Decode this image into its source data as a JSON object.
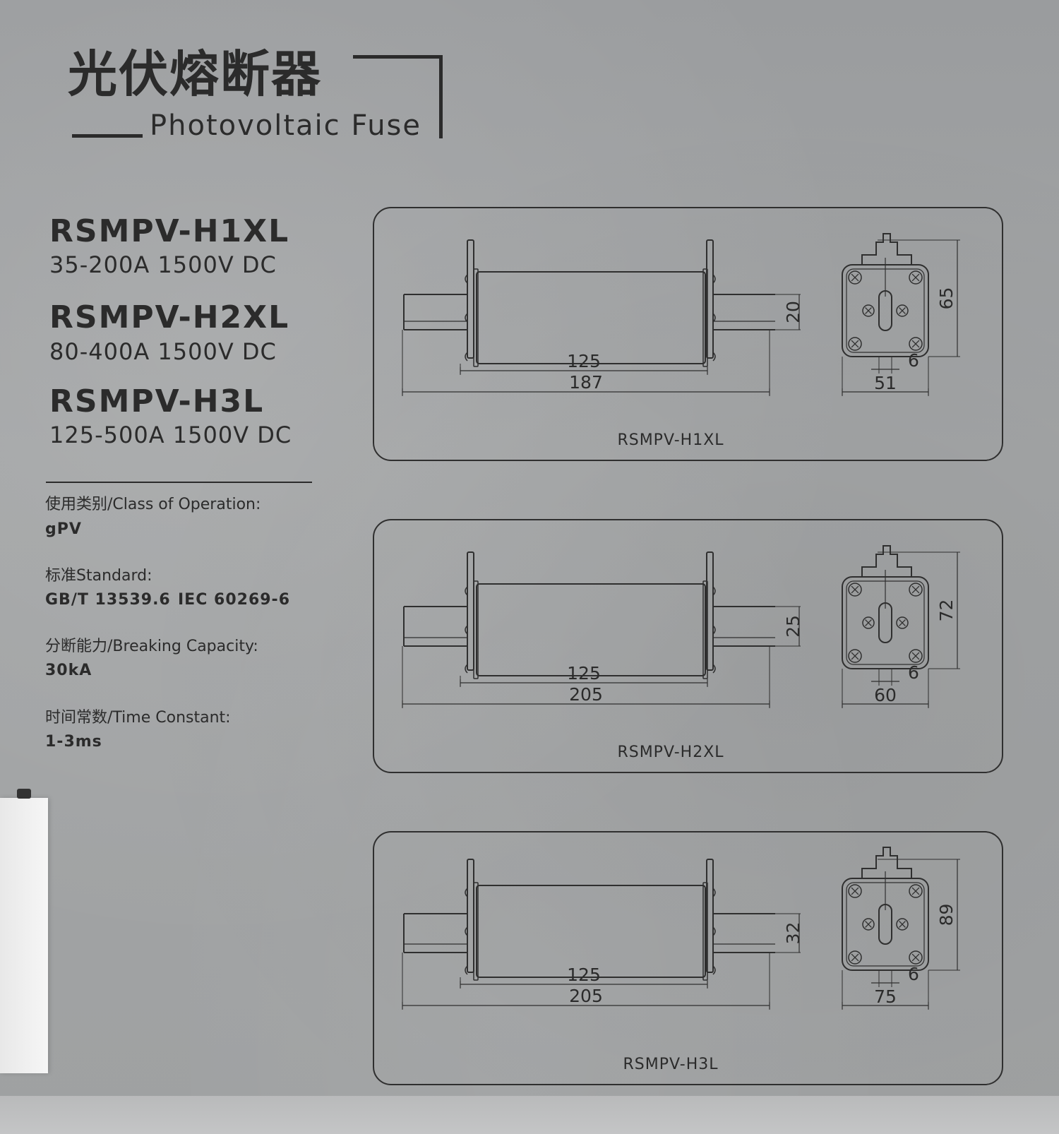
{
  "header": {
    "title_cn": "光伏熔断器",
    "title_en": "Photovoltaic Fuse"
  },
  "models": [
    {
      "name": "RSMPV-H1XL",
      "rating": "35-200A 1500V DC"
    },
    {
      "name": "RSMPV-H2XL",
      "rating": "80-400A 1500V DC"
    },
    {
      "name": "RSMPV-H3L",
      "rating": "125-500A 1500V DC"
    }
  ],
  "specs": {
    "class_label": "使用类别/Class of Operation:",
    "class_value": "gPV",
    "standard_label": "标准Standard:",
    "standard_value_1": "GB/T 13539.6",
    "standard_value_2": "IEC 60269-6",
    "breaking_label": "分断能力/Breaking Capacity:",
    "breaking_value": "30kA",
    "time_label": "时间常数/Time Constant:",
    "time_value": "1-3ms"
  },
  "drawings": [
    {
      "label": "RSMPV-H1XL",
      "body_length": "125",
      "total_length": "187",
      "blade_height": "20",
      "height": "65",
      "width": "51",
      "blade_thickness": "6"
    },
    {
      "label": "RSMPV-H2XL",
      "body_length": "125",
      "total_length": "205",
      "blade_height": "25",
      "height": "72",
      "width": "60",
      "blade_thickness": "6"
    },
    {
      "label": "RSMPV-H3L",
      "body_length": "125",
      "total_length": "205",
      "blade_height": "32",
      "height": "89",
      "width": "75",
      "blade_thickness": "6"
    }
  ]
}
